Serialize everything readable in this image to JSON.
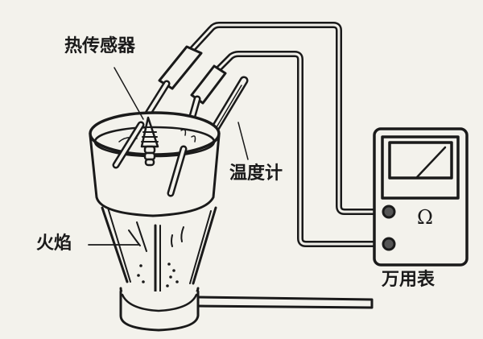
{
  "figure": {
    "type": "experimental apparatus diagram",
    "background_color": "#f3f2ec",
    "line_color": "#1a1a1a"
  },
  "labels": {
    "thermal_sensor": "热传感器",
    "thermometer": "温度计",
    "flame": "火焰",
    "multimeter": "万用表",
    "ohm_symbol": "Ω"
  },
  "components": [
    {
      "id": "beaker",
      "description": "beaker of water"
    },
    {
      "id": "thermal-sensor",
      "description": "thermal sensor probe immersed in water"
    },
    {
      "id": "thermometer",
      "description": "thermometer immersed in water"
    },
    {
      "id": "burner",
      "description": "alcohol lamp / burner with flame"
    },
    {
      "id": "multimeter",
      "description": "multimeter set to ohm range"
    },
    {
      "id": "wires",
      "description": "two leads from the sensor to the multimeter terminals"
    }
  ]
}
